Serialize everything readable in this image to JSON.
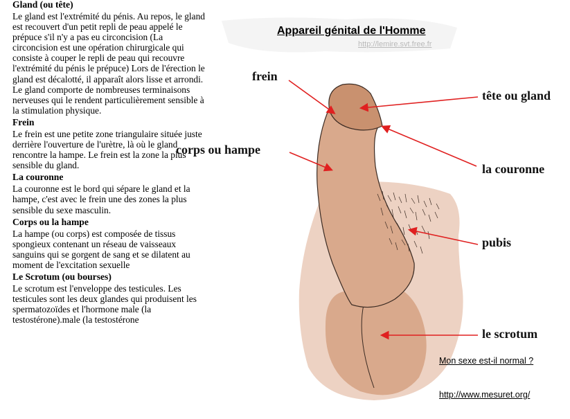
{
  "sections": [
    {
      "heading": "Gland (ou tête)",
      "text": "Le gland est l'extrémité du pénis. Au repos, le gland est recouvert d'un petit repli de peau appelé le prépuce s'il n'y a pas eu circoncision (La circoncision est une opération chirurgicale qui consiste à couper le repli de peau qui recouvre l'extrémité du pénis le prépuce) Lors de l'érection le gland est décalotté, il apparaît alors lisse et arrondi. Le gland comporte de nombreuses terminaisons nerveuses qui le rendent particulièrement sensible à la stimulation physique."
    },
    {
      "heading": "Frein",
      "text": "Le frein est une petite zone triangulaire située juste derrière l'ouverture de l'urètre, là où le gland rencontre la hampe. Le frein est la zone la plus sensible du gland."
    },
    {
      "heading": "La couronne",
      "text": "La couronne est le bord qui sépare le gland et la hampe, c'est avec le frein une des zones la plus sensible du sexe masculin."
    },
    {
      "heading": "Corps ou la hampe",
      "text": "La hampe (ou corps) est composée de tissus spongieux contenant un réseau de vaisseaux sanguins qui se gorgent de sang et se dilatent au moment de l'excitation sexuelle"
    },
    {
      "heading": "Le Scrotum (ou bourses)",
      "text": "Le scrotum est l'enveloppe des testicules. Les testicules sont les deux glandes qui produisent les spermatozoïdes et l'hormone male (la testostérone).male (la testostérone"
    }
  ],
  "diagram": {
    "title": "Appareil génital de l'Homme",
    "source_url": "http://lemire.svt.free.fr",
    "labels": {
      "frein": "frein",
      "tete": "tête ou gland",
      "corps": "corps ou hampe",
      "couronne": "la couronne",
      "pubis": "pubis",
      "scrotum": "le scrotum"
    },
    "colors": {
      "skin_light": "#edd2c3",
      "skin": "#d9a98c",
      "skin_dark": "#c9916f",
      "arrow": "#e02020",
      "outline": "#3a2a22"
    }
  },
  "links": {
    "question": "Mon sexe est-il normal ?",
    "site": "http://www.mesuret.org/"
  }
}
